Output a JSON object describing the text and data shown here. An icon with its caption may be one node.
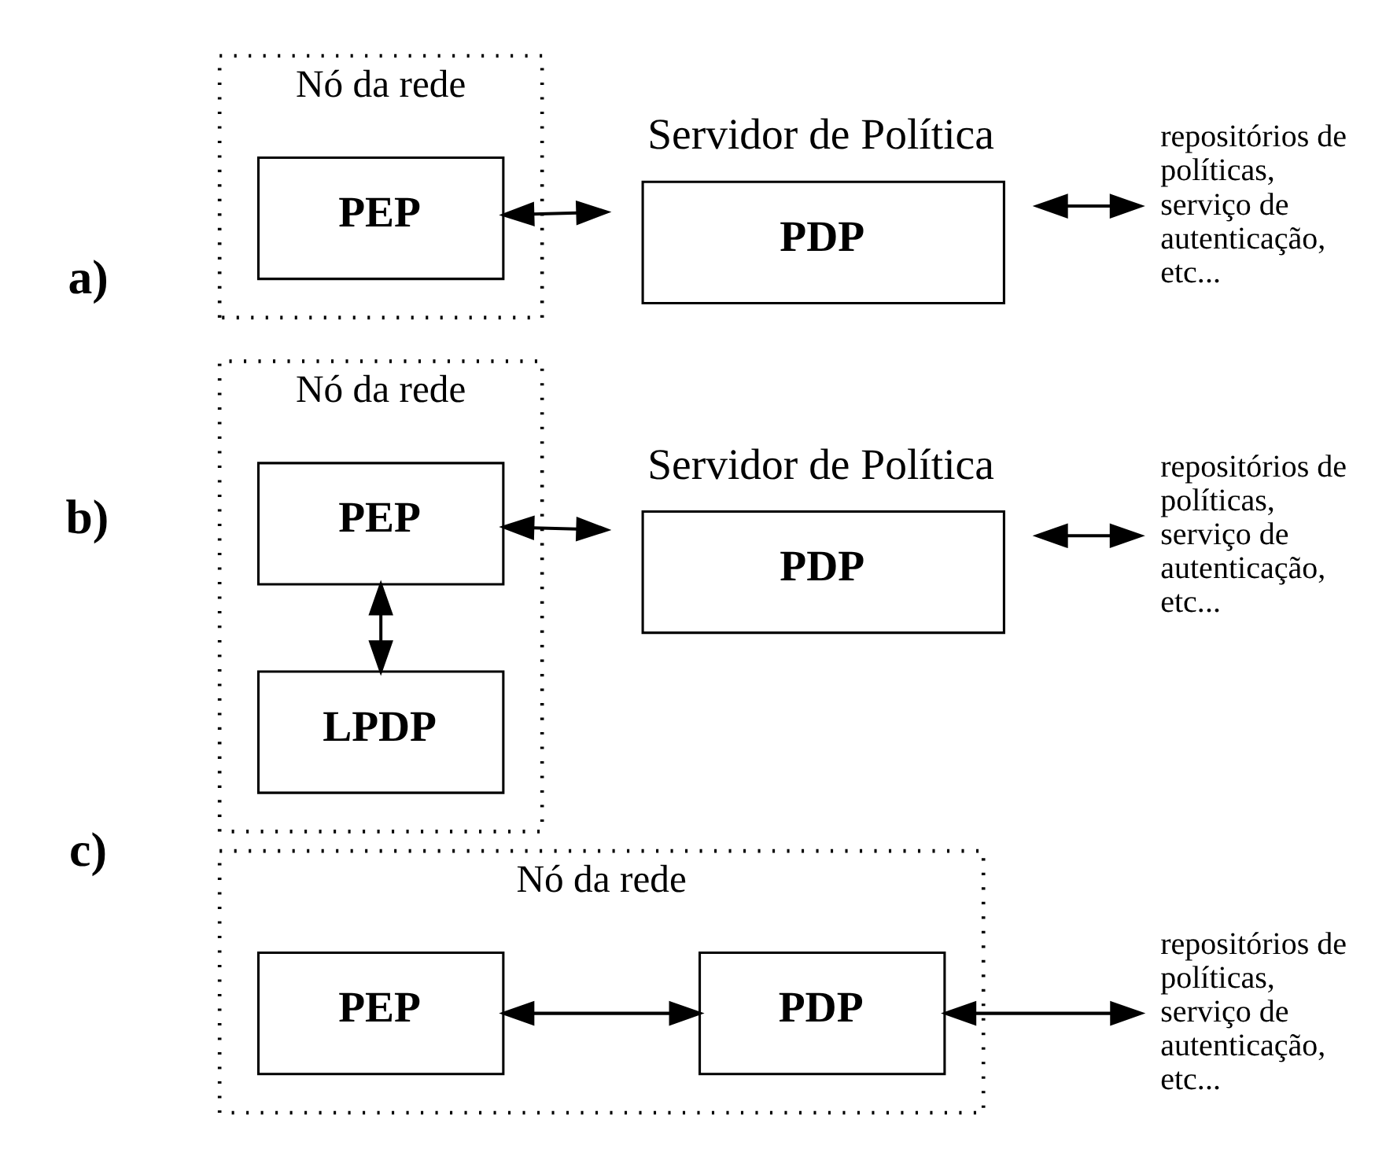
{
  "diagram": {
    "nodes": [
      {
        "text": [
          "Nó da rede"
        ]
      },
      {
        "text": [
          "PEP"
        ],
        "in": 0
      },
      {
        "text": [
          "PDP"
        ],
        "beside": [
          "Servidor de Política"
        ]
      },
      {
        "text": [
          "repositórios de políticas, serviço de autenticação, etc..."
        ]
      },
      {
        "text": [
          "Nó da rede"
        ]
      },
      {
        "text": [
          "PEP"
        ],
        "in": 4
      },
      {
        "text": [
          "LPDP"
        ],
        "in": 4
      },
      {
        "text": [
          "PDP"
        ],
        "beside": [
          "Servidor de Política"
        ]
      },
      {
        "text": [
          "repositórios de políticas, serviço de autenticação, etc..."
        ]
      },
      {
        "text": [
          "Nó da rede"
        ]
      },
      {
        "text": [
          "PEP"
        ],
        "in": 9
      },
      {
        "text": [
          "PDP"
        ],
        "in": 9
      },
      {
        "text": [
          "repositórios de políticas, serviço de autenticação, etc..."
        ]
      }
    ],
    "edges": [
      {
        "from": 1,
        "to": 2,
        "arrow": "both"
      },
      {
        "from": 2,
        "to": 3,
        "arrow": "both"
      },
      {
        "from": 5,
        "to": 7,
        "arrow": "both"
      },
      {
        "from": 5,
        "to": 6,
        "arrow": "both"
      },
      {
        "from": 7,
        "to": 8,
        "arrow": "both"
      },
      {
        "from": 10,
        "to": 11,
        "arrow": "both"
      },
      {
        "from": 11,
        "to": 12,
        "arrow": "both"
      }
    ],
    "labels": [
      "a)",
      "b)",
      "c)"
    ]
  }
}
